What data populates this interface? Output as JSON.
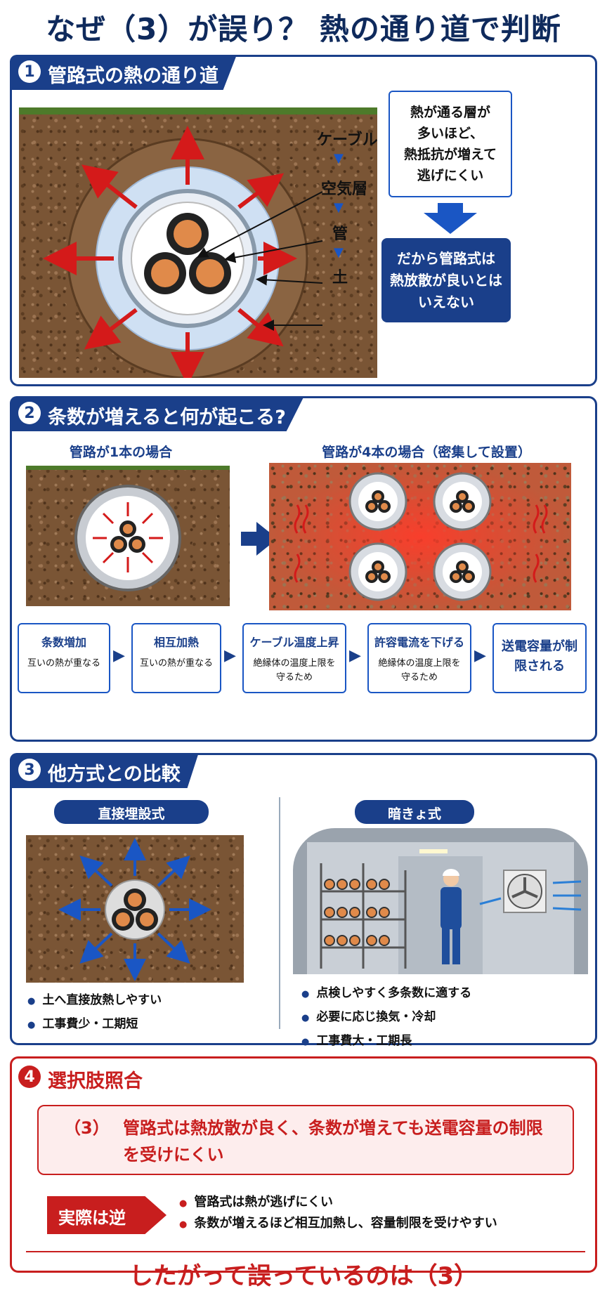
{
  "title": "なぜ（3）が誤り？ 熱の通り道で判断",
  "s1": {
    "num": "1",
    "title": "管路式の熱の通り道",
    "labels": [
      "ケーブル",
      "空気層",
      "管",
      "土"
    ],
    "note": [
      "熱が通る層が",
      "多いほど、",
      "熱抵抗が増えて",
      "逃げにくい"
    ],
    "conclusion": [
      "だから管路式は",
      "熱放散が良いとは",
      "いえない"
    ]
  },
  "s2": {
    "num": "2",
    "title": "条数が増えると何が起こる?",
    "left_head": "管路が1本の場合",
    "right_head": "管路が4本の場合（密集して設置）",
    "flow": [
      {
        "h": "条数増加",
        "d": "互いの熱が重なる"
      },
      {
        "h": "相互加熱",
        "d": "互いの熱が重なる"
      },
      {
        "h": "ケーブル温度上昇",
        "d": "絶縁体の温度上限を守るため"
      },
      {
        "h": "許容電流を下げる",
        "d": "絶縁体の温度上限を守るため"
      },
      {
        "h": "送電容量が制限される",
        "d": ""
      }
    ]
  },
  "s3": {
    "num": "3",
    "title": "他方式との比較",
    "left_pill": "直接埋設式",
    "right_pill": "暗きょ式",
    "left_bullets": [
      "土へ直接放熱しやすい",
      "工事費少・工期短"
    ],
    "right_bullets": [
      "点検しやすく多条数に適する",
      "必要に応じ換気・冷却",
      "工事費大・工期長"
    ]
  },
  "s4": {
    "num": "4",
    "title": "選択肢照合",
    "option_num": "（3）",
    "option_text": "管路式は熱放散が良く、条数が増えても送電容量の制限を受けにくい",
    "actual_label": "実際は逆",
    "bullets": [
      "管路式は熱が逃げにくい",
      "条数が増えるほど相互加熱し、容量制限を受けやすい"
    ],
    "conclusion": "したがって誤っているのは（3）"
  },
  "colors": {
    "navy": "#1a3f8a",
    "red": "#c81e1e",
    "soil": "#7a5535",
    "pipe": "#cfe0f3"
  }
}
